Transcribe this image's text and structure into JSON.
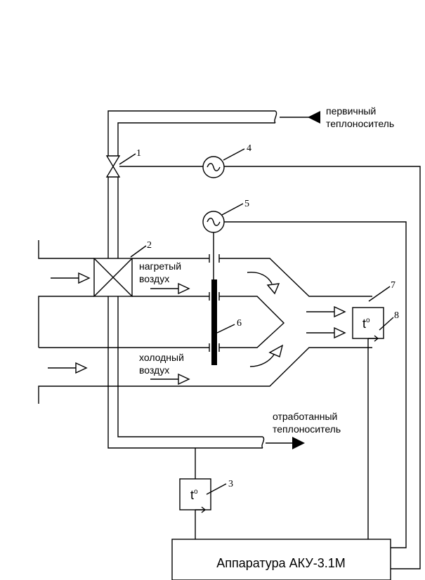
{
  "labels": {
    "primary_line1": "первичный",
    "primary_line2": "теплоноситель",
    "heated_line1": "нагретый",
    "heated_line2": "воздух",
    "cold_line1": "холодный",
    "cold_line2": "воздух",
    "spent_line1": "отработанный",
    "spent_line2": "теплоноситель",
    "equipment": "Аппаратура АКУ-3.1М",
    "sensor_text": "t",
    "sensor_sup": "o"
  },
  "numbers": {
    "n1": "1",
    "n2": "2",
    "n3": "3",
    "n4": "4",
    "n5": "5",
    "n6": "6",
    "n7": "7",
    "n8": "8"
  }
}
